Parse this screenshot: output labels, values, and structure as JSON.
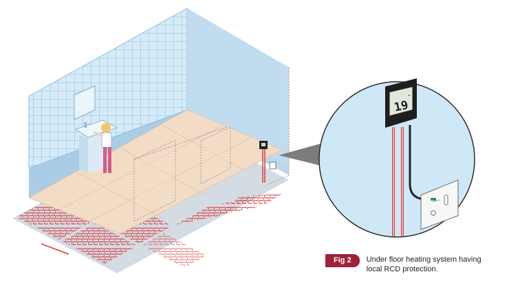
{
  "thermostat": {
    "display_reading": "19",
    "degree_symbol": "°"
  },
  "caption": {
    "badge": "Fig 2",
    "text": "Under floor heating system having local RCD protection."
  },
  "colors": {
    "wall_blue": "#a9cde6",
    "tile_blue": "#cfe6f6",
    "floor_tile": "#f3dcc6",
    "heating_cable": "#d9393a",
    "heating_mat": "#d4dce3",
    "zoom_bg": "#cfe8f7",
    "badge": "#a1203a"
  }
}
